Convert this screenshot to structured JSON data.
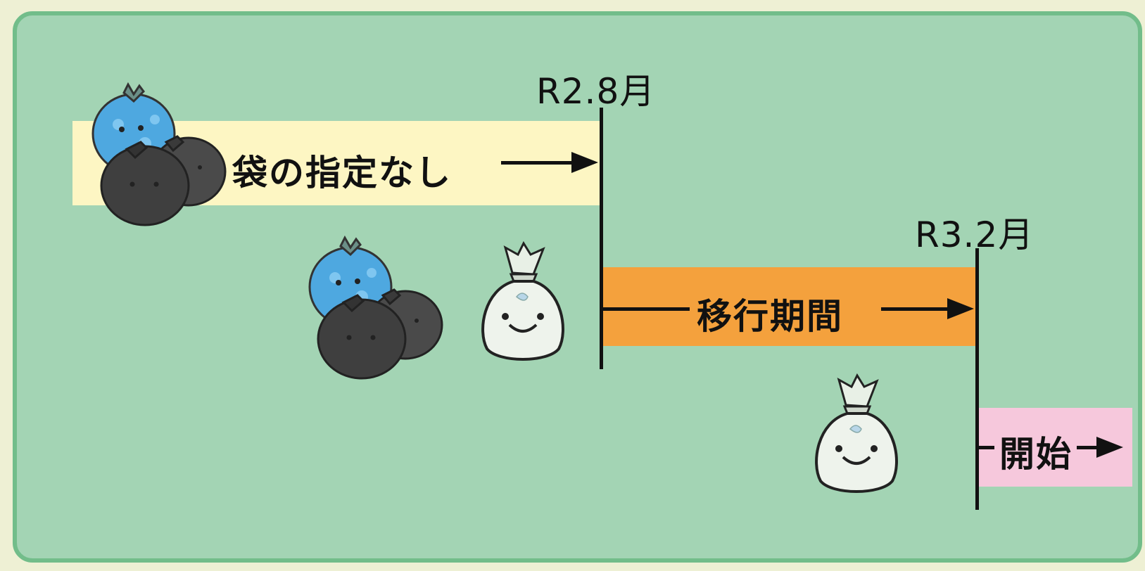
{
  "timeline": {
    "markers": [
      {
        "label": "R2.8月"
      },
      {
        "label": "R3.2月"
      }
    ],
    "phases": [
      {
        "label": "袋の指定なし",
        "color": "#fdf6c3"
      },
      {
        "label": "移行期間",
        "color": "#f4a13d"
      },
      {
        "label": "開始",
        "color": "#f6c8dc"
      }
    ]
  },
  "colors": {
    "panel": "#a3d4b4",
    "panel_border": "#72bd8a",
    "page": "#eef0d4",
    "line": "#111111"
  },
  "icons": [
    "colored-garbage-bag-icon",
    "black-garbage-bag-icon",
    "designated-garbage-bag-mascot-icon"
  ]
}
